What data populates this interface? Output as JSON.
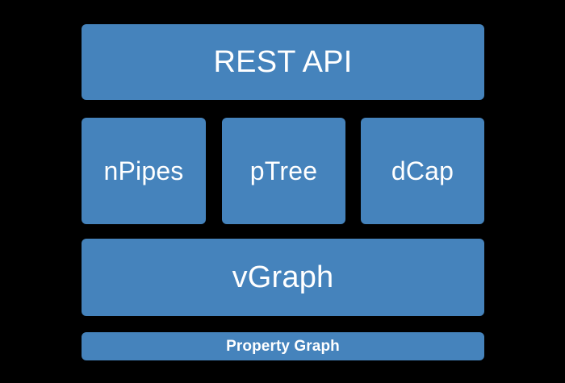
{
  "diagram": {
    "type": "layered-stack-architecture",
    "background_color": "#000000",
    "node_color": "#4583bc",
    "text_color": "#ffffff",
    "layers": [
      {
        "id": "rest-api",
        "label": "REST API",
        "role": "api-layer"
      },
      {
        "id": "components",
        "role": "component-layer",
        "items": [
          {
            "id": "npipes",
            "label": "nPipes"
          },
          {
            "id": "ptree",
            "label": "pTree"
          },
          {
            "id": "dcap",
            "label": "dCap"
          }
        ]
      },
      {
        "id": "vgraph",
        "label": "vGraph",
        "role": "abstraction-layer"
      },
      {
        "id": "property-graph",
        "label": "Property Graph",
        "role": "storage-layer"
      }
    ]
  }
}
